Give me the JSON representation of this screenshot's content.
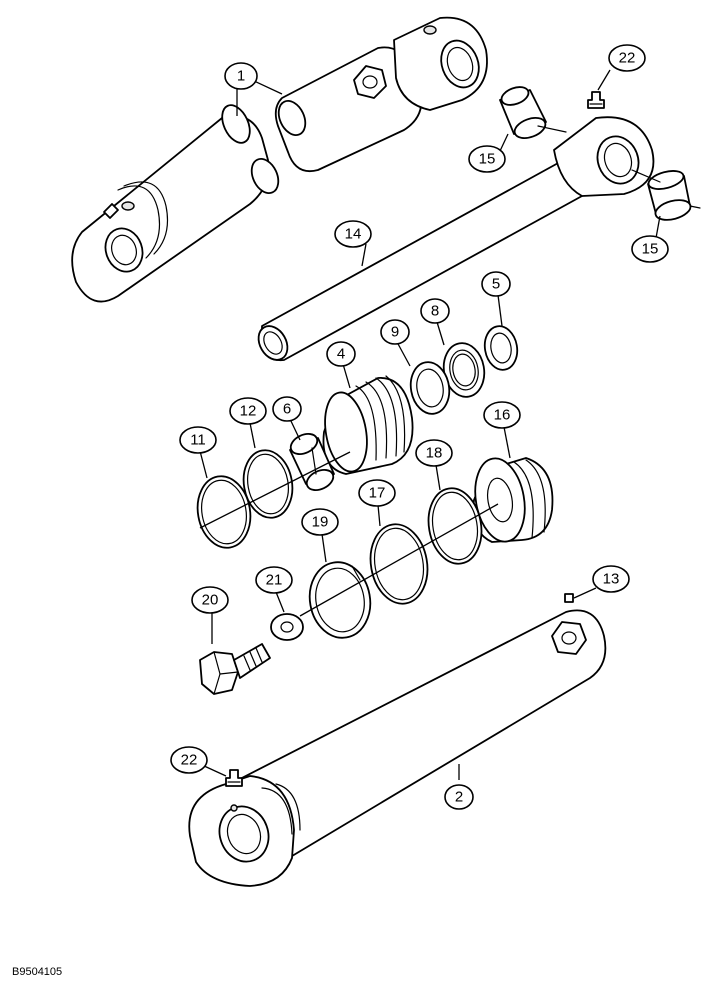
{
  "drawing_number": "B9504105",
  "callouts": [
    {
      "id": "callout-1",
      "label": "1"
    },
    {
      "id": "callout-22-top",
      "label": "22"
    },
    {
      "id": "callout-15-left",
      "label": "15"
    },
    {
      "id": "callout-15-right",
      "label": "15"
    },
    {
      "id": "callout-14",
      "label": "14"
    },
    {
      "id": "callout-5",
      "label": "5"
    },
    {
      "id": "callout-8",
      "label": "8"
    },
    {
      "id": "callout-9",
      "label": "9"
    },
    {
      "id": "callout-4",
      "label": "4"
    },
    {
      "id": "callout-12",
      "label": "12"
    },
    {
      "id": "callout-6",
      "label": "6"
    },
    {
      "id": "callout-11",
      "label": "11"
    },
    {
      "id": "callout-16",
      "label": "16"
    },
    {
      "id": "callout-18",
      "label": "18"
    },
    {
      "id": "callout-17",
      "label": "17"
    },
    {
      "id": "callout-19",
      "label": "19"
    },
    {
      "id": "callout-21",
      "label": "21"
    },
    {
      "id": "callout-20",
      "label": "20"
    },
    {
      "id": "callout-13",
      "label": "13"
    },
    {
      "id": "callout-22-bottom",
      "label": "22"
    },
    {
      "id": "callout-2",
      "label": "2"
    }
  ]
}
